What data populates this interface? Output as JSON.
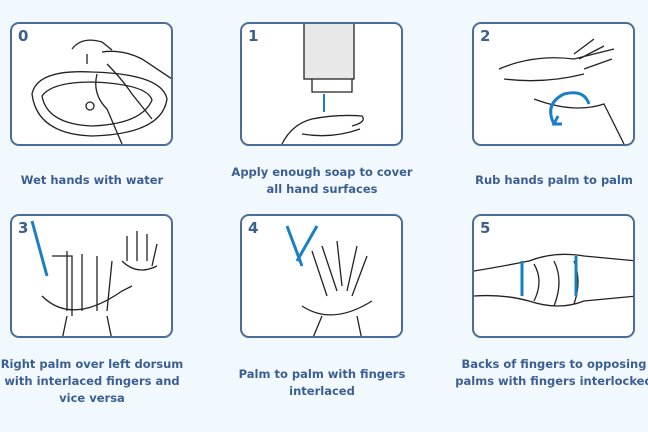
{
  "colors": {
    "background": "#f2f9fe",
    "border": "#4a6d98",
    "text": "#3b5e92",
    "arrow": "#1b7fc4"
  },
  "steps": [
    {
      "number": "0",
      "caption": "Wet hands with water",
      "icon": "wet-hands-illustration"
    },
    {
      "number": "1",
      "caption": "Apply enough soap to cover all hand surfaces",
      "icon": "soap-dispenser-illustration"
    },
    {
      "number": "2",
      "caption": "Rub hands palm to palm",
      "icon": "palm-rub-illustration"
    },
    {
      "number": "3",
      "caption": "Right palm over left dorsum with interlaced fingers and vice versa",
      "icon": "dorsum-rub-illustration"
    },
    {
      "number": "4",
      "caption": "Palm to palm with fingers interlaced",
      "icon": "interlaced-fingers-illustration"
    },
    {
      "number": "5",
      "caption": "Backs of fingers to opposing palms with fingers interlocked",
      "icon": "interlocked-fingers-illustration"
    }
  ]
}
